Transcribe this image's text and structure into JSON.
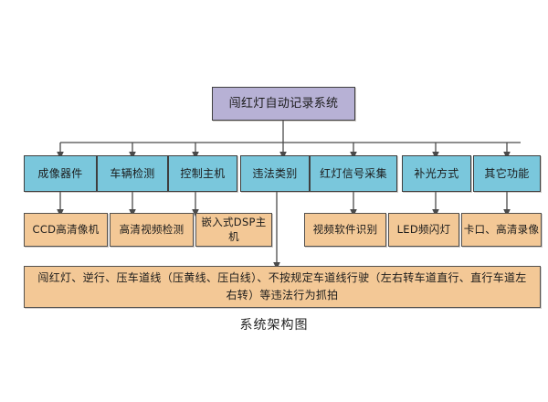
{
  "diagram": {
    "caption": "系统架构图",
    "colors": {
      "root_fill": "#b7b1d5",
      "level2_fill": "#7ac7dc",
      "level3_fill": "#f3c896",
      "summary_fill": "#f3c896",
      "border": "#4a4a4a",
      "background": "#ffffff"
    },
    "root": {
      "label": "闯红灯自动记录系统"
    },
    "level2": [
      {
        "label": "成像器件"
      },
      {
        "label": "车辆检测"
      },
      {
        "label": "控制主机"
      },
      {
        "label": "违法类别"
      },
      {
        "label": "红灯信号采集"
      },
      {
        "label": "补光方式"
      },
      {
        "label": "其它功能"
      }
    ],
    "level3": [
      {
        "label": "CCD高清像机"
      },
      {
        "label": "高清视频检测"
      },
      {
        "label": "嵌入式DSP主机"
      },
      {
        "label": "视频软件识别"
      },
      {
        "label": "LED频闪灯"
      },
      {
        "label": "卡口、高清录像"
      }
    ],
    "summary": {
      "label": "闯红灯、逆行、压车道线（压黄线、压白线）、不按规定车道线行驶（左右转车道直行、直行车道左右转）等违法行为抓拍"
    }
  }
}
